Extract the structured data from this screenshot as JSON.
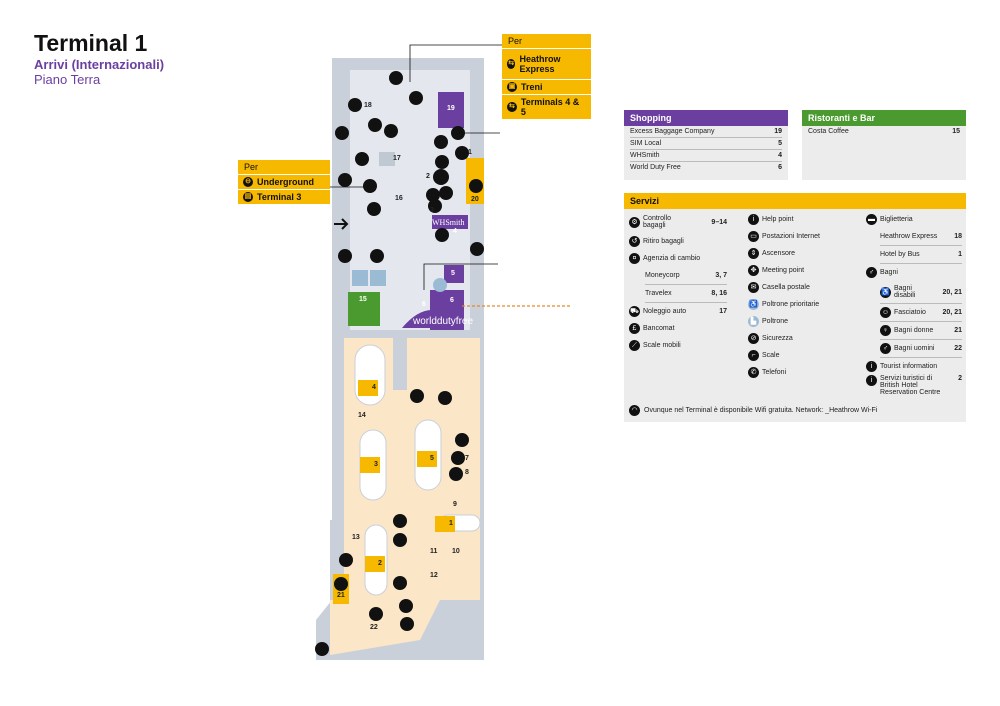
{
  "header": {
    "title": "Terminal 1",
    "subtitle": "Arrivi (Internazionali)",
    "floor": "Piano Terra"
  },
  "sign_top": {
    "hdr": "Per",
    "rows": [
      "Heathrow Express",
      "Treni",
      "Terminals 4 & 5"
    ]
  },
  "sign_left": {
    "hdr": "Per",
    "rows": [
      "Underground",
      "Terminal 3"
    ]
  },
  "shopping": {
    "title": "Shopping",
    "color": "#6b3fa0",
    "items": [
      {
        "name": "Excess Baggage Company",
        "num": "19"
      },
      {
        "name": "SIM Local",
        "num": "5"
      },
      {
        "name": "WHSmith",
        "num": "4"
      },
      {
        "name": "World Duty Free",
        "num": "6"
      }
    ]
  },
  "food": {
    "title": "Ristoranti e Bar",
    "color": "#4a9a2f",
    "items": [
      {
        "name": "Costa Coffee",
        "num": "15"
      }
    ]
  },
  "servizi": {
    "title": "Servizi",
    "color": "#f7b800",
    "col1": {
      "controllo": "Controllo bagagli",
      "controllo_num": "9–14",
      "ritiro": "Ritiro bagagli",
      "agenzia": "Agenzia di cambio",
      "moneycorp": "Moneycorp",
      "moneycorp_num": "3, 7",
      "travelex": "Travelex",
      "travelex_num": "8, 16",
      "noleggio": "Noleggio auto",
      "noleggio_num": "17",
      "bancomat": "Bancomat",
      "scale_mobili": "Scale mobili"
    },
    "col2": {
      "help": "Help point",
      "internet": "Postazioni Internet",
      "ascensore": "Ascensore",
      "meeting": "Meeting point",
      "casella": "Casella postale",
      "poltrone_prio": "Poltrone prioritarie",
      "poltrone": "Poltrone",
      "sicurezza": "Sicurezza",
      "scale": "Scale",
      "telefoni": "Telefoni"
    },
    "col3": {
      "biglietteria": "Biglietteria",
      "hex": "Heathrow Express",
      "hex_num": "18",
      "hbb": "Hotel by Bus",
      "hbb_num": "1",
      "bagni": "Bagni",
      "disabili": "Bagni disabili",
      "disabili_num": "20, 21",
      "fasciatoio": "Fasciatoio",
      "fasciatoio_num": "20, 21",
      "donne": "Bagni donne",
      "donne_num": "21",
      "uomini": "Bagni uomini",
      "uomini_num": "22",
      "tourist": "Tourist information",
      "turistici": "Servizi turistici di British Hotel Reservation Centre",
      "turistici_num": "2"
    },
    "wifi": "Ovunque nel Terminal è disponibile Wifi gratuita. Network: _Heathrow Wi-Fi"
  },
  "map": {
    "whsmith": "WHSmith",
    "worlddutyfree": "worlddutyfree",
    "labels": [
      "18",
      "17",
      "16",
      "14",
      "13",
      "12",
      "11",
      "10",
      "9",
      "8",
      "7",
      "3",
      "2",
      "1",
      "22"
    ],
    "boxes": [
      "19",
      "20",
      "15",
      "5",
      "4",
      "6",
      "6",
      "4",
      "3",
      "5",
      "1",
      "2",
      "21"
    ]
  }
}
